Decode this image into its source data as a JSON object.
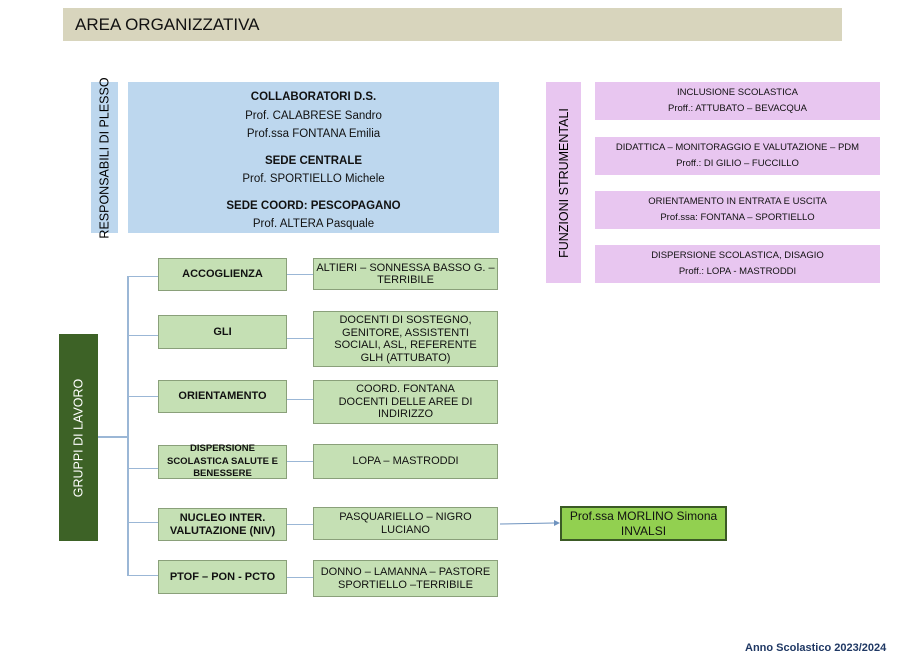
{
  "title": "AREA ORGANIZZATIVA",
  "responsabili": {
    "label": "RESPONSABILI DI PLESSO",
    "lines": [
      {
        "text": "COLLABORATORI D.S.",
        "bold": true
      },
      {
        "text": "Prof. CALABRESE Sandro"
      },
      {
        "text": "Prof.ssa FONTANA Emilia"
      },
      {
        "text": "SEDE CENTRALE",
        "bold": true
      },
      {
        "text": "Prof. SPORTIELLO Michele"
      },
      {
        "text": "SEDE COORD: PESCOPAGANO",
        "bold": true
      },
      {
        "text": "Prof. ALTERA Pasquale"
      }
    ]
  },
  "funzioni": {
    "label": "FUNZIONI STRUMENTALI",
    "items": [
      {
        "title": "INCLUSIONE SCOLASTICA",
        "people": "Proff.: ATTUBATO – BEVACQUA"
      },
      {
        "title": "DIDATTICA – MONITORAGGIO E VALUTAZIONE –  PDM",
        "people": "Proff.: DI GILIO – FUCCILLO"
      },
      {
        "title": "ORIENTAMENTO IN ENTRATA E USCITA",
        "people": "Prof.ssa: FONTANA – SPORTIELLO"
      },
      {
        "title": "DISPERSIONE SCOLASTICA, DISAGIO",
        "people": "Proff.: LOPA - MASTRODDI"
      }
    ]
  },
  "gruppi": {
    "label": "GRUPPI DI LAVORO",
    "items": [
      {
        "name": "ACCOGLIENZA",
        "members": "ALTIERI – SONNESSA BASSO G. – TERRIBILE"
      },
      {
        "name": "GLI",
        "members": "DOCENTI DI SOSTEGNO, GENITORE, ASSISTENTI SOCIALI, ASL, REFERENTE GLH (ATTUBATO)"
      },
      {
        "name": "ORIENTAMENTO",
        "members": "COORD. FONTANA DOCENTI DELLE AREE DI INDIRIZZO"
      },
      {
        "name": "DISPERSIONE SCOLASTICA SALUTE E BENESSERE",
        "members": "LOPA – MASTRODDI"
      },
      {
        "name": "NUCLEO INTER. VALUTAZIONE (NIV)",
        "members": "PASQUARIELLO – NIGRO LUCIANO"
      },
      {
        "name": "PTOF – PON - PCTO",
        "members": "DONNO – LAMANNA – PASTORE SPORTIELLO –TERRIBILE"
      }
    ]
  },
  "invalsi": {
    "line1": "Prof.ssa MORLINO Simona",
    "line2": "INVALSI"
  },
  "anno": "Anno Scolastico 2023/2024"
}
